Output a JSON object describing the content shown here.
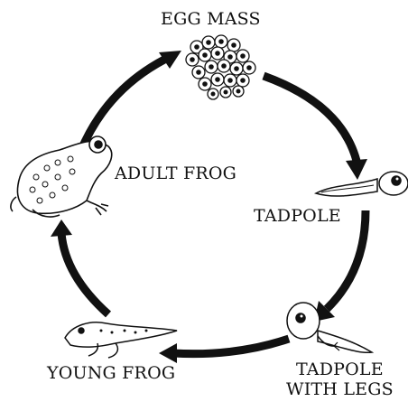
{
  "stages": {
    "egg_mass": "EGG MASS",
    "tadpole": "TADPOLE",
    "tadpole_with_legs_line1": "TADPOLE",
    "tadpole_with_legs_line2": "WITH LEGS",
    "young_frog": "YOUNG FROG",
    "adult_frog": "ADULT FROG"
  },
  "colors": {
    "ink": "#111111",
    "background": "#ffffff"
  }
}
